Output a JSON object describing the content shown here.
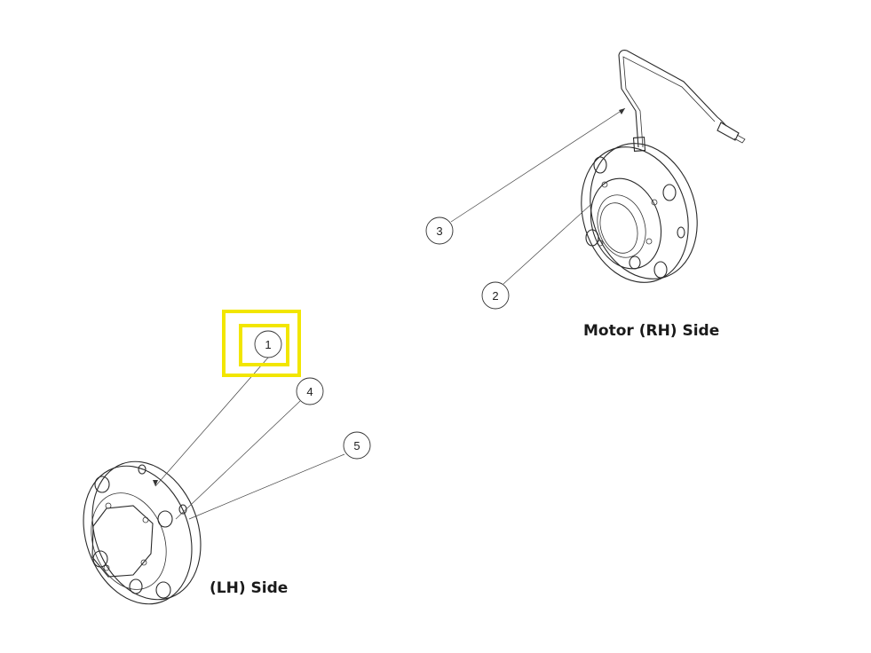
{
  "captions": {
    "rh": "Motor (RH) Side",
    "lh": "(LH) Side"
  },
  "callouts": [
    {
      "id": "1",
      "label": "1",
      "highlighted": true
    },
    {
      "id": "2",
      "label": "2",
      "highlighted": false
    },
    {
      "id": "3",
      "label": "3",
      "highlighted": false
    },
    {
      "id": "4",
      "label": "4",
      "highlighted": false
    },
    {
      "id": "5",
      "label": "5",
      "highlighted": false
    }
  ],
  "colors": {
    "highlight": "#f2e600",
    "line": "#2a2a2a"
  }
}
